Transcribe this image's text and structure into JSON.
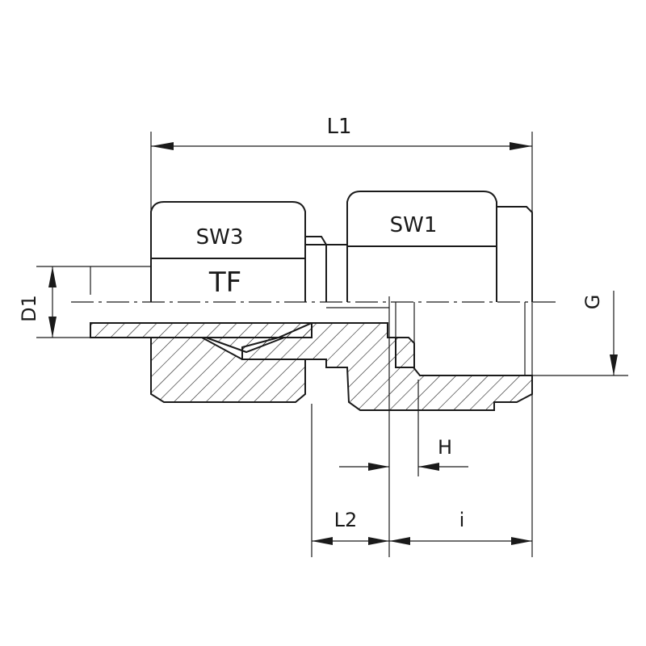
{
  "labels": {
    "l1": "L1",
    "sw3": "SW3",
    "sw1": "SW1",
    "tf": "TF",
    "d1": "D1",
    "g": "G",
    "h": "H",
    "l2": "L2",
    "i": "i"
  }
}
